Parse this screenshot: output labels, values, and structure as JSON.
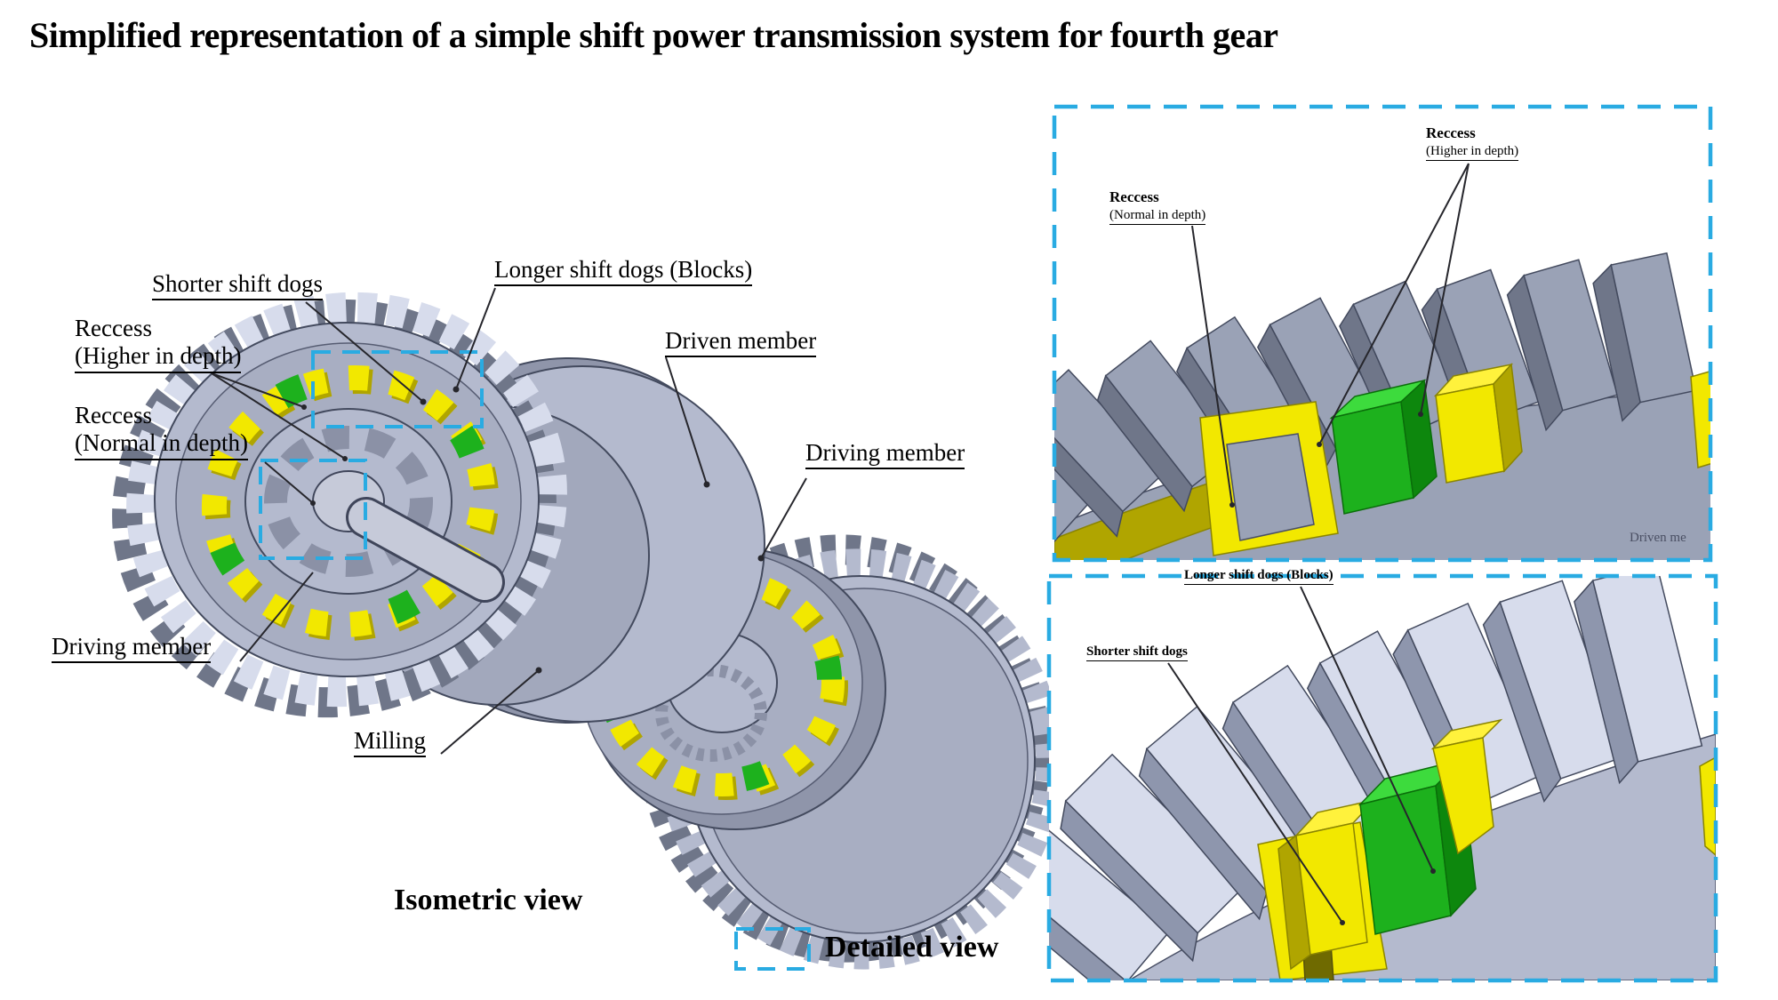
{
  "title": "Simplified representation of a simple shift power transmission system for fourth gear",
  "colors": {
    "accent": "#29ABE2",
    "steel_light": "#D7DCEC",
    "steel_mid": "#B4BACE",
    "steel_face": "#A8AEC2",
    "steel_gray": "#9AA2B6",
    "steel_dark": "#6F7689",
    "steel_edge": "#434A5E",
    "yellow": "#F2E800",
    "yellow_bright": "#FFF23C",
    "yellow_dark": "#B0A500",
    "olive": "#6F6A00",
    "green": "#1DB11D",
    "green_bright": "#3DDB3D",
    "green_dark": "#0D870D"
  },
  "isometric": {
    "caption": "Isometric view",
    "labels": {
      "shorter": "Shorter shift dogs",
      "longer": "Longer shift dogs (Blocks)",
      "recess_higher_1": "Reccess",
      "recess_higher_2": "(Higher in depth)",
      "recess_normal_1": "Reccess",
      "recess_normal_2": "(Normal in depth)",
      "driven_member": "Driven member",
      "driving_member_right": "Driving member",
      "driving_member_left": "Driving member",
      "milling": "Milling"
    }
  },
  "legend": {
    "label": "Detailed view"
  },
  "detail_views": {
    "top": {
      "recess_normal_1": "Reccess",
      "recess_normal_2": "(Normal in depth)",
      "recess_higher_1": "Reccess",
      "recess_higher_2": "(Higher in depth)",
      "clipped_label": "Driven me"
    },
    "bottom": {
      "longer": "Longer shift dogs (Blocks)",
      "shorter": "Shorter shift dogs"
    }
  }
}
